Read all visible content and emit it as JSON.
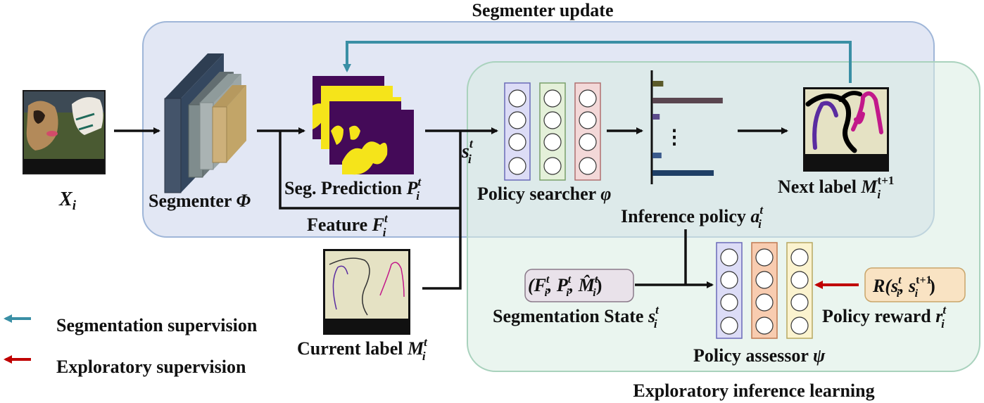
{
  "colors": {
    "segmenter_region_fill": "#dfe5f3",
    "segmenter_region_stroke": "#9fb6d8",
    "inference_region_fill": "#e6f1ec",
    "inference_region_stroke": "#a9d2bd",
    "segmentation_supervision_arrow": "#3a8fa5",
    "exploratory_supervision_arrow": "#c00000",
    "net_column_blue": "#dcdcf6",
    "net_column_green": "#e4f0d9",
    "net_column_red": "#f3d8d8",
    "net_column_orange": "#f8ccb0",
    "net_column_yellow": "#fbf3cf",
    "segmenter_block_colors": [
      "#44546a",
      "#7f8c8d",
      "#aab3b3",
      "#cdb07a"
    ],
    "prediction_purple": "#440a58",
    "prediction_yellow": "#f5e41a"
  },
  "icons": {
    "input_image": "dogs-and-horses-photo-icon",
    "next_label": "scribble-label-map-icon",
    "current_label": "scribble-label-map-icon"
  },
  "labels": {
    "segmenter_update": "Segmenter update",
    "input_x_main": "X",
    "input_x_sub": "i",
    "segmenter_text": "Segmenter ",
    "segmenter_symbol": "Φ",
    "feature_text": "Feature ",
    "feature_main": "F",
    "feature_sup": "t",
    "feature_sub": "i",
    "seg_prediction_text": "Seg. Prediction ",
    "seg_prediction_main": "P",
    "seg_prediction_sup": "t",
    "seg_prediction_sub": "i",
    "state_main": "s",
    "state_sup": "t",
    "state_sub": "i",
    "policy_searcher_text": "Policy searcher ",
    "policy_searcher_symbol": "φ",
    "bar_ellipsis": "⋮",
    "inference_policy_text": "Inference policy ",
    "inference_policy_main": "a",
    "inference_policy_sup": "t",
    "inference_policy_sub": "i",
    "next_label_text": "Next label ",
    "next_label_main": "M",
    "next_label_sup": "t+1",
    "next_label_sub": "i",
    "current_label_text": "Current label ",
    "current_label_main": "M",
    "current_label_sup": "t",
    "current_label_sub": "i",
    "state_tuple": "(F",
    "state_tuple_p": ", P",
    "state_tuple_m": ", M̂",
    "state_tuple_close": ")",
    "segmentation_state_text": "Segmentation State ",
    "policy_assessor_text": "Policy assessor ",
    "policy_assessor_symbol": "ψ",
    "reward_open": "R(",
    "reward_s1": "s",
    "reward_comma": ", ",
    "reward_s2": "s",
    "reward_sup2": "t+1",
    "reward_close": ")",
    "policy_reward_text": "Policy reward ",
    "policy_reward_main": "r",
    "exploratory_learning": "Exploratory inference learning",
    "legend_segmentation": "Segmentation supervision",
    "legend_exploratory": "Exploratory supervision"
  },
  "policy_bars": {
    "values": [
      0.12,
      0.78,
      0.08,
      0.1,
      0.68
    ],
    "colors": [
      "#5b5a2a",
      "#5a4650",
      "#5c4b8a",
      "#3a5a8c",
      "#1f3f66"
    ]
  }
}
